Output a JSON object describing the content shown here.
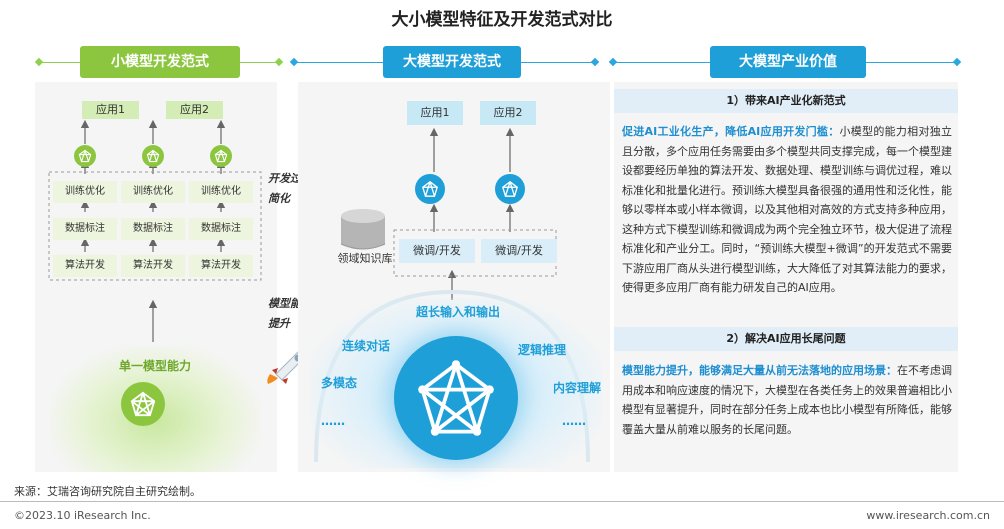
{
  "title": "大小模型特征及开发范式对比",
  "left": {
    "header": "小模型开发范式",
    "apps": [
      "应用1",
      "应用2"
    ],
    "rows": [
      "训练优化",
      "数据标注",
      "算法开发"
    ],
    "base_label": "单一模型能力",
    "side_label_1": "开发过程简化",
    "side_label_2": "模型能力提升"
  },
  "middle": {
    "header": "大模型开发范式",
    "apps": [
      "应用1",
      "应用2"
    ],
    "finetune": "微调/开发",
    "knowledge": "领域知识库",
    "capabilities": [
      "超长输入和输出",
      "连续对话",
      "逻辑推理",
      "多模态",
      "内容理解",
      "……",
      "……"
    ]
  },
  "right": {
    "header": "大模型产业价值",
    "sec1_title": "1）带来AI产业化新范式",
    "sec1_bold": "促进AI工业化生产，降低AI应用开发门槛：",
    "sec1_text": "小模型的能力相对独立且分散，多个应用任务需要由多个模型共同支撑完成，每一个模型建设都要经历单独的算法开发、数据处理、模型训练与调优过程，难以标准化和批量化进行。预训练大模型具备很强的通用性和泛化性，能够以零样本或小样本微调，以及其他相对高效的方式支持多种应用，这种方式下模型训练和微调成为两个完全独立环节，极大促进了流程标准化和产业分工。同时，“预训练大模型+微调”的开发范式不需要下游应用厂商从头进行模型训练，大大降低了对其算法能力的要求，使得更多应用厂商有能力研发自己的AI应用。",
    "sec2_title": "2）解决AI应用长尾问题",
    "sec2_bold": "模型能力提升，能够满足大量从前无法落地的应用场景：",
    "sec2_text": "在不考虑调用成本和响应速度的情况下，大模型在各类任务上的效果普遍相比小模型有显著提升，同时在部分任务上成本也比小模型有所降低，能够覆盖大量从前难以服务的长尾问题。"
  },
  "footer": {
    "source": "来源：艾瑞咨询研究院自主研究绘制。",
    "copyright": "©2023.10 iResearch Inc.",
    "site": "www.iresearch.com.cn"
  },
  "colors": {
    "green": "#8cc63f",
    "blue": "#1e9fd8",
    "text_blue": "#1e8fd0"
  }
}
